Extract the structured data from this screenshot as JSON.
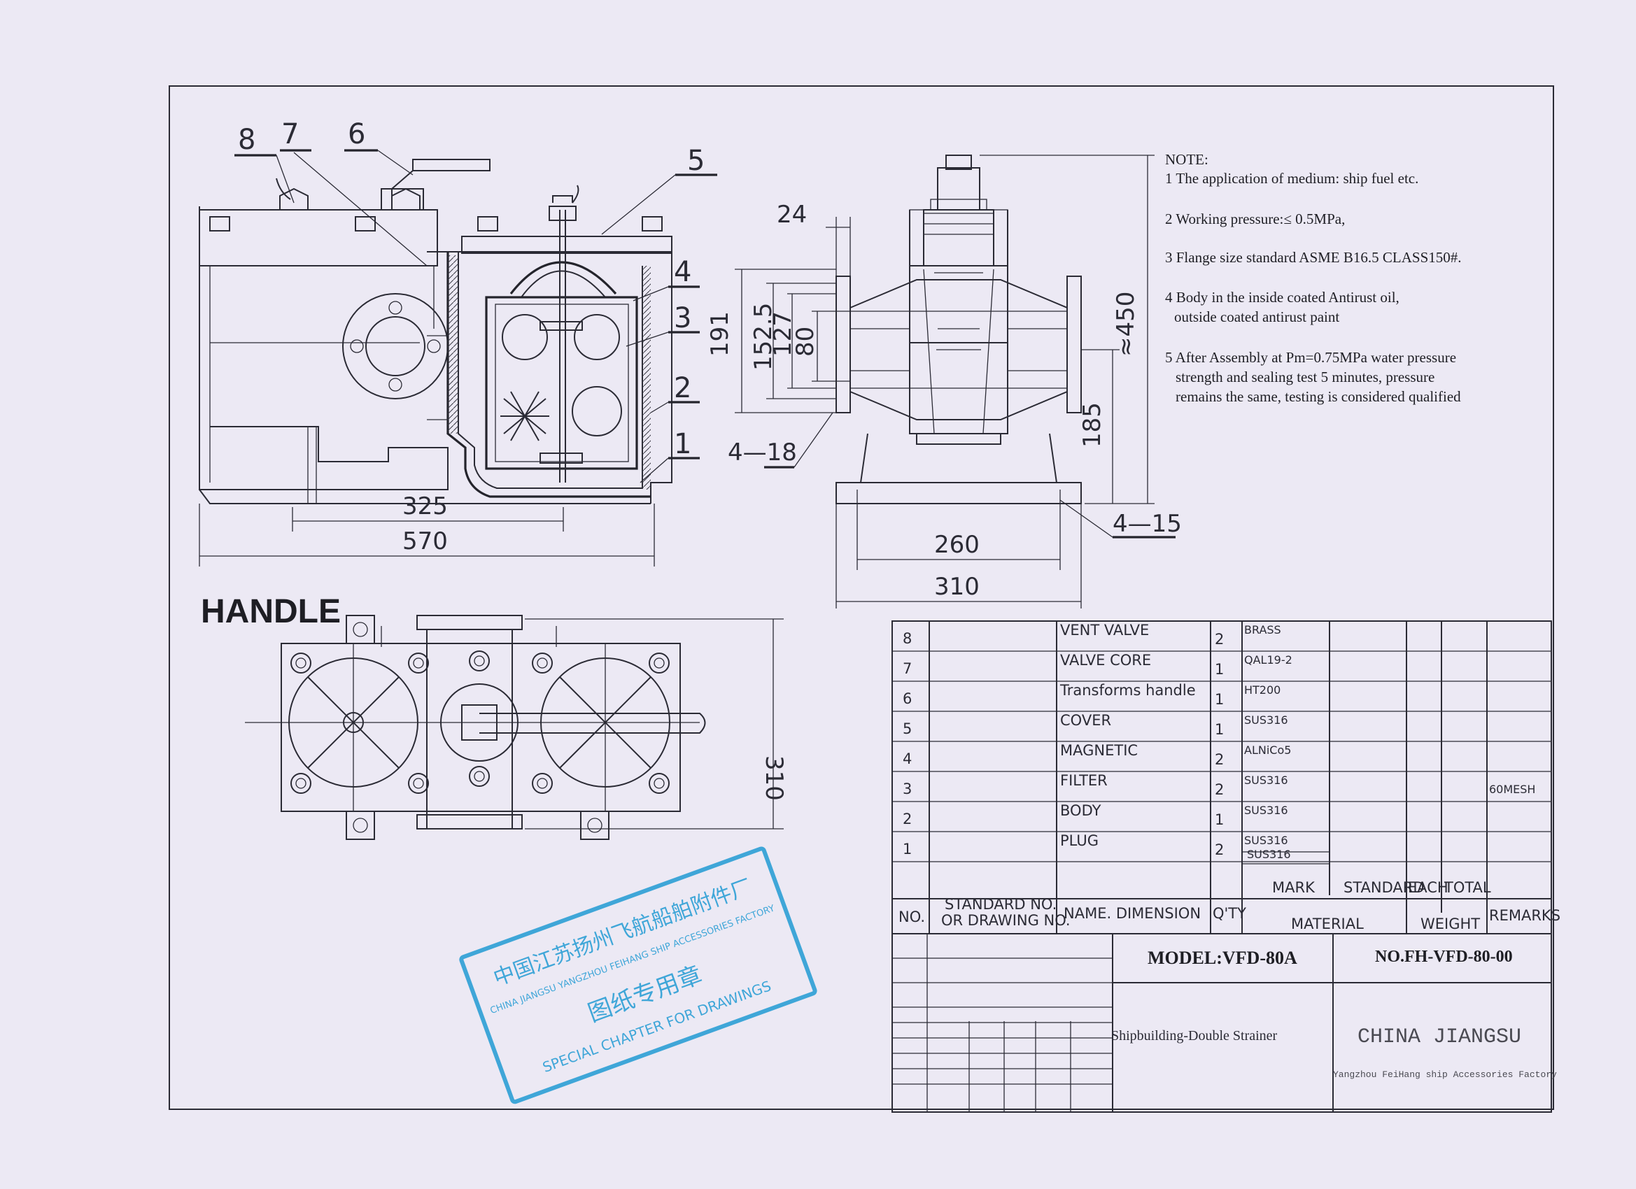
{
  "drawing": {
    "view_label": "HANDLE",
    "part_callouts": [
      "8",
      "7",
      "6",
      "5",
      "4",
      "3",
      "2",
      "1"
    ],
    "dimensions": {
      "d_325": "325",
      "d_570": "570",
      "d_24": "24",
      "d_191": "191",
      "d_152_5": "152.5",
      "d_127": "127",
      "d_80": "80",
      "d_4_18": "4—18",
      "d_450": "≈450",
      "d_185": "185",
      "d_4_15": "4—15",
      "d_260": "260",
      "d_310": "310",
      "d_310_top": "310"
    }
  },
  "notes": {
    "heading": "NOTE:",
    "lines": [
      "1 The application of medium: ship fuel etc.",
      "2 Working pressure:≤ 0.5MPa,",
      "3 Flange size standard  ASME B16.5 CLASS150#.",
      "4 Body in the inside coated Antirust oil,",
      "outside coated antirust paint",
      "5 After Assembly at Pm=0.75MPa water pressure",
      "strength and sealing test 5 minutes, pressure",
      "remains the same, testing is considered qualified"
    ]
  },
  "parts_table": {
    "rows": [
      {
        "no": "8",
        "name": "VENT VALVE",
        "qty": "2",
        "material": "BRASS",
        "remarks": ""
      },
      {
        "no": "7",
        "name": "VALVE CORE",
        "qty": "1",
        "material": "QAL19-2",
        "remarks": ""
      },
      {
        "no": "6",
        "name": "Transforms handle",
        "qty": "1",
        "material": "HT200",
        "remarks": ""
      },
      {
        "no": "5",
        "name": "COVER",
        "qty": "1",
        "material": "SUS316",
        "remarks": ""
      },
      {
        "no": "4",
        "name": "MAGNETIC",
        "qty": "2",
        "material": "ALNiCo5",
        "remarks": ""
      },
      {
        "no": "3",
        "name": "FILTER",
        "qty": "2",
        "material": "SUS316",
        "remarks": "60MESH"
      },
      {
        "no": "2",
        "name": "BODY",
        "qty": "1",
        "material": "SUS316",
        "remarks": ""
      },
      {
        "no": "1",
        "name": "PLUG",
        "qty": "2",
        "material": "SUS316",
        "remarks": ""
      }
    ],
    "plug_extra_material": "SUS316",
    "header": {
      "no": "NO.",
      "standard_1": "STANDARD NO.",
      "standard_2": "OR DRAWING NO.",
      "name": "NAME.  DIMENSION",
      "qty": "Q'TY",
      "mark": "MARK",
      "material": "MATERIAL",
      "standard": "STANDARD",
      "each": "EACH",
      "total": "TOTAL",
      "weight": "WEIGHT",
      "remarks": "REMARKS"
    }
  },
  "title_block": {
    "model": "MODEL:VFD-80A",
    "drawing_no": "NO.FH-VFD-80-00",
    "description": "Shipbuilding-Double Strainer",
    "company_region": "CHINA  JIANGSU",
    "company_name": "Yangzhou FeiHang ship Accessories Factory"
  },
  "stamp": {
    "line1_cn": "中国江苏扬州飞航船舶附件厂",
    "line2_en": "CHINA JIANGSU YANGZHOU FEIHANG SHIP ACCESSORIES FACTORY",
    "line3_cn": "图纸专用章",
    "line4_en": "SPECIAL CHAPTER FOR DRAWINGS",
    "color": "#3fa6d8"
  },
  "colors": {
    "paper": "#ece9f4",
    "ink": "#2b2b35"
  }
}
